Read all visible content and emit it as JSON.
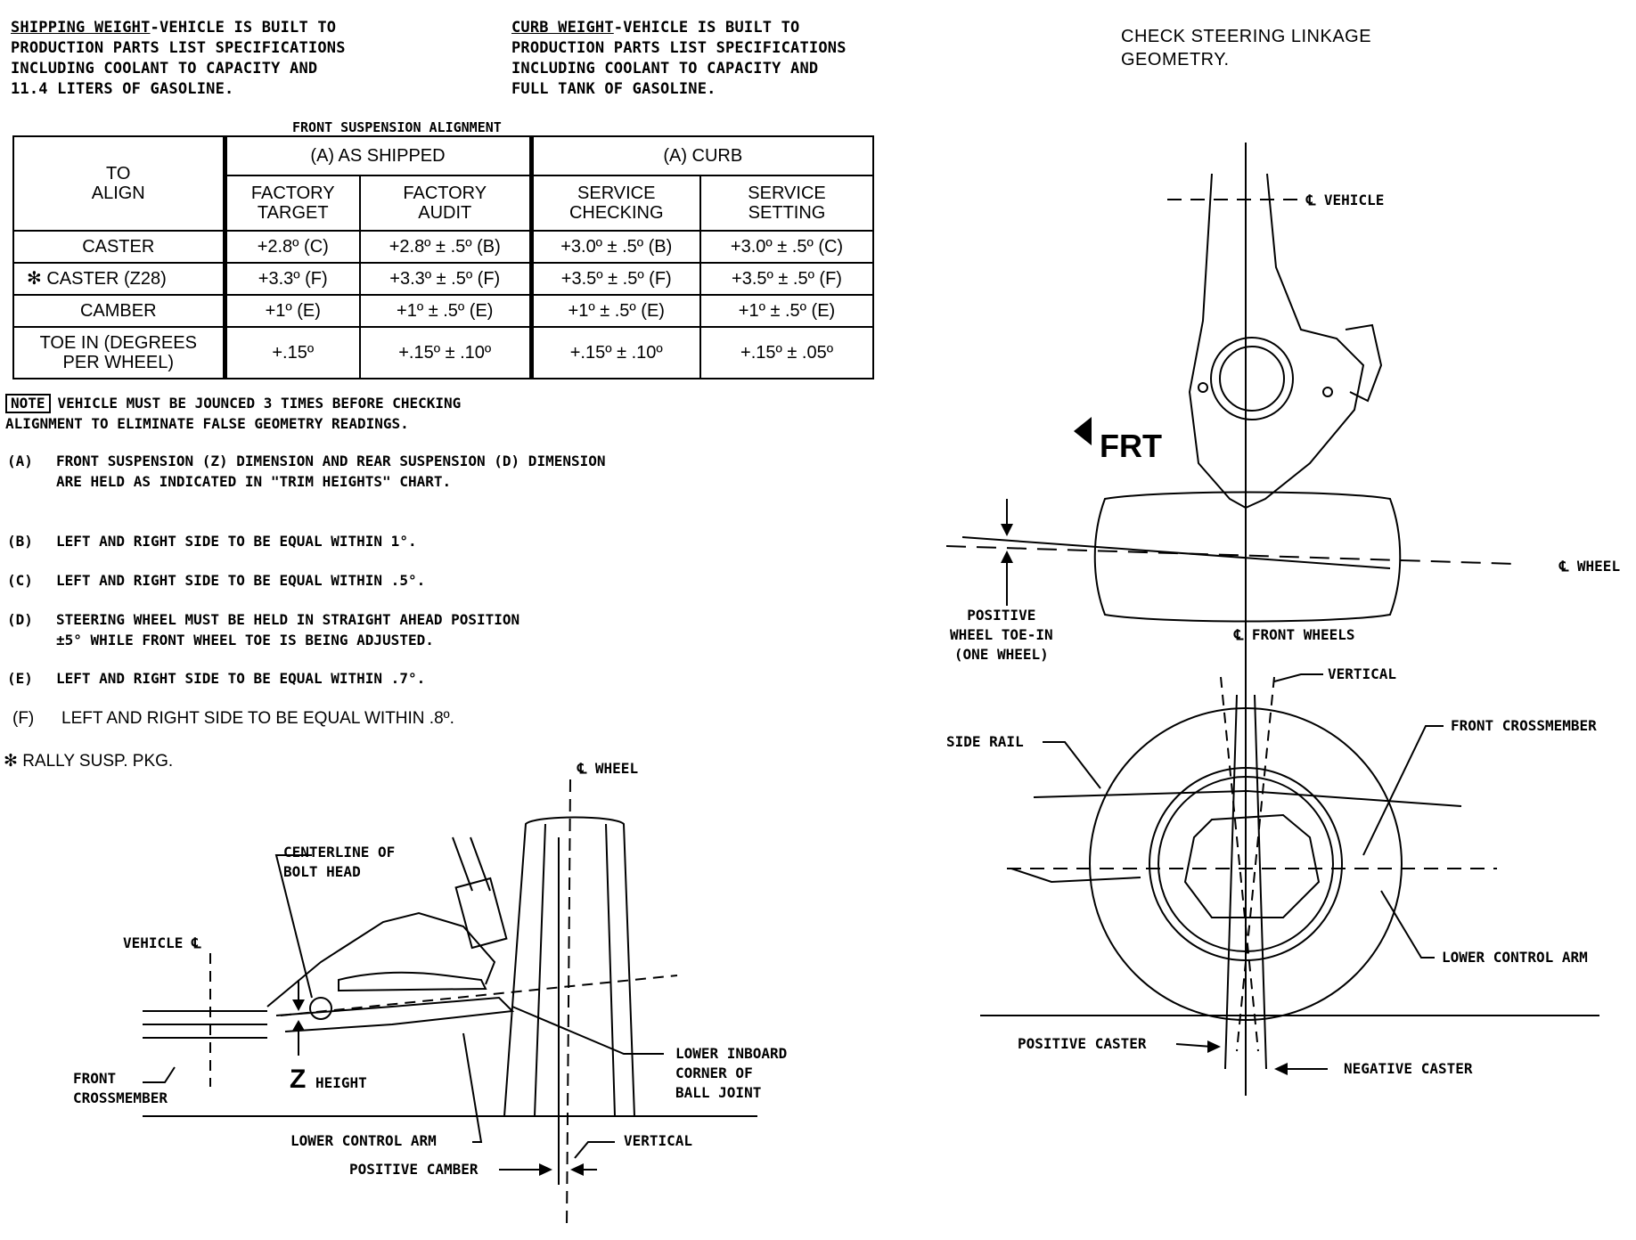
{
  "header": {
    "shipping": {
      "term": "SHIPPING WEIGHT",
      "text": "-VEHICLE IS BUILT TO",
      "rest": "PRODUCTION PARTS LIST SPECIFICATIONS\nINCLUDING COOLANT TO CAPACITY AND\n11.4 LITERS OF GASOLINE."
    },
    "curb": {
      "term": "CURB WEIGHT",
      "text": "-VEHICLE IS BUILT TO",
      "rest": "PRODUCTION PARTS LIST SPECIFICATIONS\nINCLUDING COOLANT TO CAPACITY AND\nFULL TANK OF GASOLINE."
    },
    "check_steering": "CHECK STEERING LINKAGE\nGEOMETRY."
  },
  "table": {
    "title": "FRONT SUSPENSION ALIGNMENT",
    "to_align": "TO\nALIGN",
    "group_shipped": "(A) AS SHIPPED",
    "group_curb": "(A) CURB",
    "col_factory_target": "FACTORY\nTARGET",
    "col_factory_audit": "FACTORY\nAUDIT",
    "col_service_checking": "SERVICE\nCHECKING",
    "col_service_setting": "SERVICE\nSETTING",
    "rows": [
      {
        "label": "CASTER",
        "ft": "+2.8º (C)",
        "fa": "+2.8º ± .5º (B)",
        "sc": "+3.0º ± .5º (B)",
        "ss": "+3.0º ± .5º (C)"
      },
      {
        "label": "✻  CASTER (Z28)",
        "ft": "+3.3º (F)",
        "fa": "+3.3º ± .5º (F)",
        "sc": "+3.5º ± .5º (F)",
        "ss": "+3.5º ± .5º (F)"
      },
      {
        "label": "CAMBER",
        "ft": "+1º (E)",
        "fa": "+1º ± .5º (E)",
        "sc": "+1º ± .5º (E)",
        "ss": "+1º ± .5º (E)"
      },
      {
        "label": "TOE IN (DEGREES\nPER WHEEL)",
        "ft": "+.15º",
        "fa": "+.15º ± .10º",
        "sc": "+.15º ± .10º",
        "ss": "+.15º ± .05º"
      }
    ]
  },
  "note": {
    "badge": "NOTE",
    "line1": "VEHICLE MUST BE JOUNCED 3 TIMES BEFORE CHECKING",
    "line2": "ALIGNMENT TO ELIMINATE FALSE GEOMETRY READINGS."
  },
  "footnotes": [
    {
      "key": "(A)",
      "text": "FRONT SUSPENSION (Z) DIMENSION AND REAR SUSPENSION (D) DIMENSION\nARE HELD AS INDICATED IN \"TRIM HEIGHTS\" CHART."
    },
    {
      "key": "(B)",
      "text": "LEFT AND RIGHT SIDE TO BE EQUAL WITHIN 1°."
    },
    {
      "key": "(C)",
      "text": "LEFT AND RIGHT SIDE TO BE EQUAL WITHIN .5°."
    },
    {
      "key": "(D)",
      "text": "STEERING WHEEL MUST BE HELD IN STRAIGHT AHEAD POSITION\n±5° WHILE FRONT WHEEL TOE IS BEING ADJUSTED."
    },
    {
      "key": "(E)",
      "text": "LEFT AND RIGHT SIDE TO BE EQUAL WITHIN .7°."
    },
    {
      "key": "(F)",
      "text": "LEFT AND RIGHT SIDE TO BE EQUAL WITHIN .8º."
    }
  ],
  "rally": "✻ RALLY SUSP. PKG.",
  "camber_diagram": {
    "cl_wheel": "℄ WHEEL",
    "centerline_bolt": "CENTERLINE OF\nBOLT HEAD",
    "vehicle_cl": "VEHICLE ℄",
    "front_crossmember": "FRONT\nCROSSMEMBER",
    "z": "Z",
    "height": "HEIGHT",
    "lower_inboard": "LOWER INBOARD\nCORNER OF\nBALL JOINT",
    "lower_control_arm": "LOWER CONTROL ARM",
    "vertical": "VERTICAL",
    "positive_camber": "POSITIVE CAMBER"
  },
  "toe_diagram": {
    "cl_vehicle": "℄ VEHICLE",
    "frt": "FRT",
    "cl_wheel": "℄ WHEEL",
    "positive_toe": "POSITIVE\nWHEEL TOE-IN\n(ONE WHEEL)",
    "cl_front_wheels": "℄ FRONT WHEELS"
  },
  "caster_diagram": {
    "vertical": "VERTICAL",
    "side_rail": "SIDE RAIL",
    "front_crossmember": "FRONT CROSSMEMBER",
    "lower_control_arm": "LOWER CONTROL ARM",
    "positive_caster": "POSITIVE CASTER",
    "negative_caster": "NEGATIVE CASTER"
  }
}
